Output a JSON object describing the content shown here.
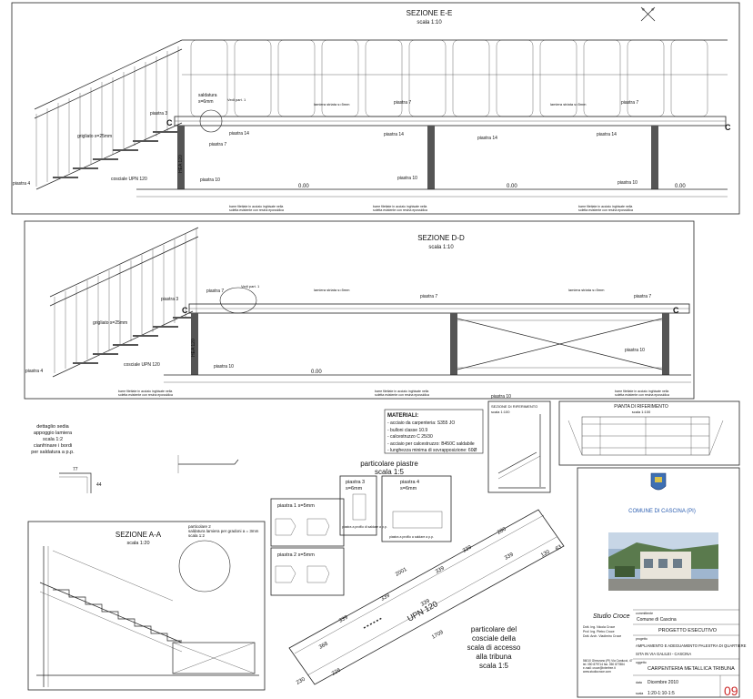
{
  "sections": {
    "ee": {
      "title": "SEZIONE E-E",
      "scale": "scala 1:10"
    },
    "dd": {
      "title": "SEZIONE D-D",
      "scale": "scala 1:10"
    },
    "aa": {
      "title": "SEZIONE A-A",
      "scale": "scala 1:20"
    }
  },
  "labels": {
    "piastra3": "piastra 3",
    "piastra4": "piastra 4",
    "piastra7": "piastra 7",
    "piastra10": "piastra 10",
    "piastra14": "piastra 14",
    "grigliato": "grigliato s=25mm",
    "cosciale": "cosciale UPN 120",
    "hea": "HEA 120",
    "c": "C",
    "saldatura": "saldatura",
    "saldatura_s": "s=6mm",
    "vedi": "Vedi part. 1",
    "lamiera": "lamiera striata s=5mm",
    "elev_000": "0.00",
    "barre": "barre filettate in acciaio inghisate nella",
    "barre2": "soletta esistente con resina epossidica"
  },
  "dettaglio": {
    "lines": [
      "dettaglio sedia",
      "appoggio lamiera",
      "scala 1:2",
      "cianfrinare i bordi",
      "per saldatura a p.p."
    ],
    "dim77": "77",
    "dim44": "44"
  },
  "materiali": {
    "title": "MATERIALI:",
    "items": [
      "- acciaio da carpenteria: S355 JO",
      "- bulloni classe 10.9",
      "- calcestruzzo C 25/30",
      "- acciaio per calcestruzzo: B450C saldabile",
      "- lunghezza minima di sovrapposizione: 60Ø"
    ]
  },
  "riferimento": {
    "sezione_title": "SEZIONE DI RIFERIMENTO",
    "sezione_scale": "scala 1:100",
    "pianta_title": "PIANTA DI RIFERIMENTO",
    "pianta_scale": "scala 1:100"
  },
  "piastre": {
    "title": "particolare piastre",
    "scale": "scala 1:5",
    "p1": "piastra 1 s=5mm",
    "p2": "piastra 2 s=5mm",
    "p3": "piastra 3",
    "p3s": "s=6mm",
    "p4": "piastra 4",
    "p4s": "s=6mm",
    "note3": "piastra a profilo di saldare a p.p.",
    "note4": "piastra a profilo a saldare a p.p."
  },
  "cosciale": {
    "lines": [
      "particolare del",
      "cosciale della",
      "scala di accesso",
      "alla tribuna",
      "scala 1:5"
    ],
    "upn": "UPN 120",
    "dims": [
      "280",
      "339",
      "339",
      "130",
      "63",
      "2001",
      "339",
      "339",
      "339",
      "1709",
      "339",
      "368",
      "226",
      "230"
    ]
  },
  "aa": {
    "note1": "particolare 2",
    "note2": "saldatura lamiera per gradoni a = 3mm",
    "note3": "scala 1:2"
  },
  "titleblock": {
    "comune": "COMUNE DI CASCINA (PI)",
    "studio": "Studio Croce",
    "committente_label": "committente",
    "committente": "Comune di Cascina",
    "fase": "PROGETTO ESECUTIVO",
    "progetto_label": "progetto",
    "progetto": "AMPLIAMENTO E ADEGUAMENTO PALESTRA DI QUARTIERE",
    "sito": "SITA IN VIA GALILEI - CASCINA",
    "oggetto_label": "oggetto",
    "oggetto": "CARPENTERIA METALLICA TRIBUNA",
    "data_label": "data",
    "data": "Dicembre 2010",
    "scala_label": "scala",
    "scala": "1:20-1:10-1:5",
    "tavola": "09",
    "staff": [
      "Dott. Ing. Nicola Croce",
      "Prof. Ing. Pietro Croce",
      "Dott. Arch. Vladimiro Croce"
    ],
    "address": "56010 Ghezzano (PI) Via Carducci, 47",
    "tel": "tel. 050 879714 fax. 050 877884",
    "email": "e-mail: croce@interfree.it",
    "web": "www.studiocroce.com"
  },
  "colors": {
    "accent_red": "#cc2a2a",
    "link_blue": "#2a5db0"
  }
}
